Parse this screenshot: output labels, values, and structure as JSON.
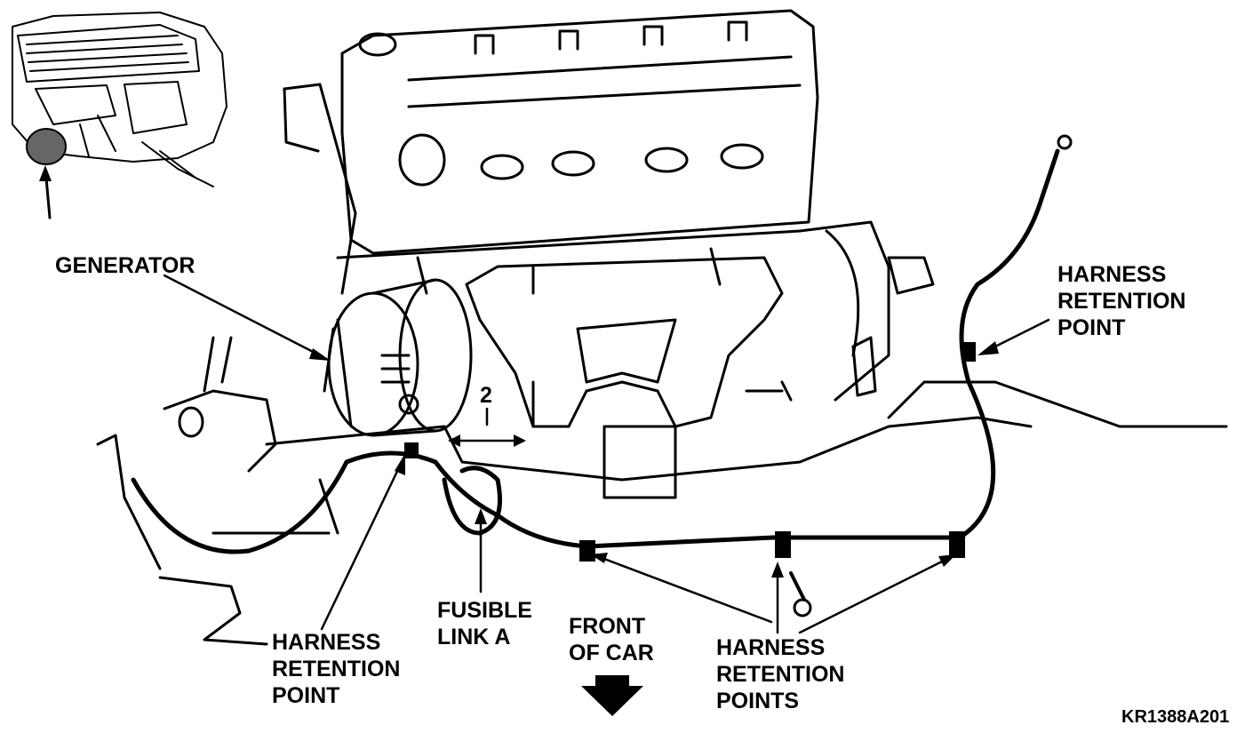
{
  "labels": {
    "generator": "GENERATOR",
    "harness_right": [
      "HARNESS",
      "RETENTION",
      "POINT"
    ],
    "harness_bottom_left": [
      "HARNESS",
      "RETENTION",
      "POINT"
    ],
    "fusible_link": [
      "FUSIBLE",
      "LINK A"
    ],
    "front_of_car": [
      "FRONT",
      "OF CAR"
    ],
    "harness_bottom_right": [
      "HARNESS",
      "RETENTION",
      "POINTS"
    ],
    "callout_number": "2",
    "figure_code": "KR1388A201"
  },
  "colors": {
    "ink": "#000000",
    "paper": "#ffffff"
  }
}
